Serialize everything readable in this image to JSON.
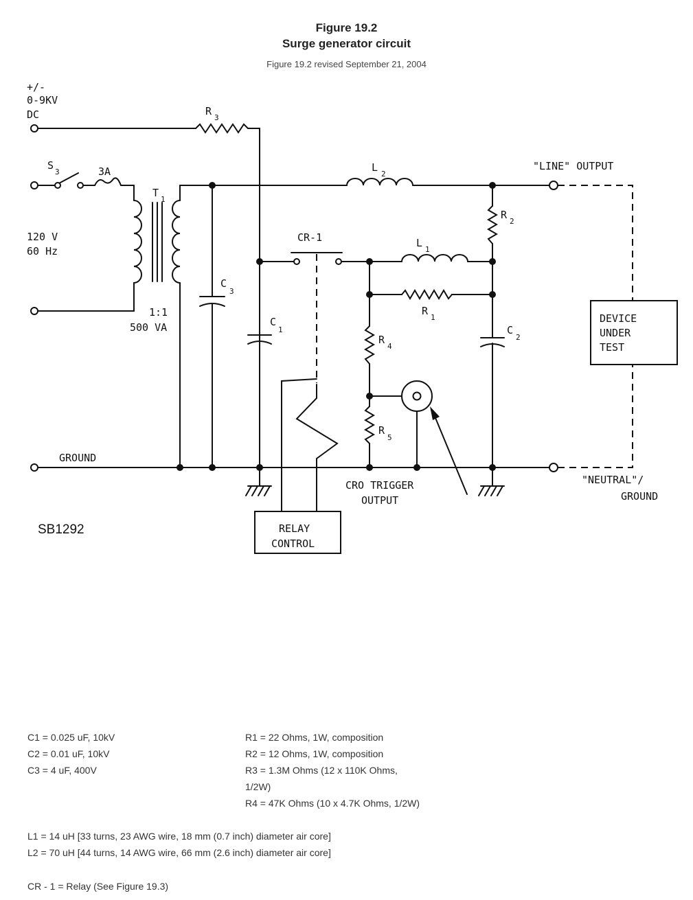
{
  "header": {
    "figure_number": "Figure 19.2",
    "figure_title": "Surge generator circuit",
    "revision": "Figure 19.2 revised September 21, 2004"
  },
  "schematic": {
    "dc_polarity": "+/-",
    "dc_range": "0-9KV",
    "dc_label": "DC",
    "r3": "R",
    "r3_sub": "3",
    "s3": "S",
    "s3_sub": "3",
    "fuse": "3A",
    "t1": "T",
    "t1_sub": "1",
    "mains_v": "120 V",
    "mains_hz": "60 Hz",
    "ratio": "1:1",
    "rating": "500 VA",
    "l2": "L",
    "l2_sub": "2",
    "line_output": "\"LINE\" OUTPUT",
    "r2": "R",
    "r2_sub": "2",
    "cr1": "CR-1",
    "l1": "L",
    "l1_sub": "1",
    "r1": "R",
    "r1_sub": "1",
    "c3": "C",
    "c3_sub": "3",
    "c1": "C",
    "c1_sub": "1",
    "c2": "C",
    "c2_sub": "2",
    "r4": "R",
    "r4_sub": "4",
    "r5": "R",
    "r5_sub": "5",
    "dut_line1": "DEVICE",
    "dut_line2": "UNDER",
    "dut_line3": "TEST",
    "ground": "GROUND",
    "cro_line1": "CRO TRIGGER",
    "cro_line2": "OUTPUT",
    "neutral_line1": "\"NEUTRAL\"/",
    "neutral_line2": "GROUND",
    "relay_line1": "RELAY",
    "relay_line2": "CONTROL",
    "drawing_id": "SB1292"
  },
  "notes": {
    "capacitors": [
      "C1 = 0.025 uF, 10kV",
      "C2 = 0.01 uF, 10kV",
      "C3 = 4 uF, 400V"
    ],
    "resistors": [
      "R1 = 22 Ohms, 1W, composition",
      "R2 = 12 Ohms, 1W, composition",
      "R3 = 1.3M Ohms (12 x 110K Ohms,",
      "1/2W)",
      "R4 = 47K Ohms (10 x 4.7K Ohms, 1/2W)"
    ],
    "inductors": [
      "L1 = 14 uH [33 turns, 23 AWG wire, 18 mm (0.7 inch) diameter air core]",
      "L2 = 70 uH [44 turns, 14 AWG wire, 66 mm (2.6 inch) diameter air core]"
    ],
    "relay": "CR - 1 = Relay (See Figure 19.3)"
  }
}
